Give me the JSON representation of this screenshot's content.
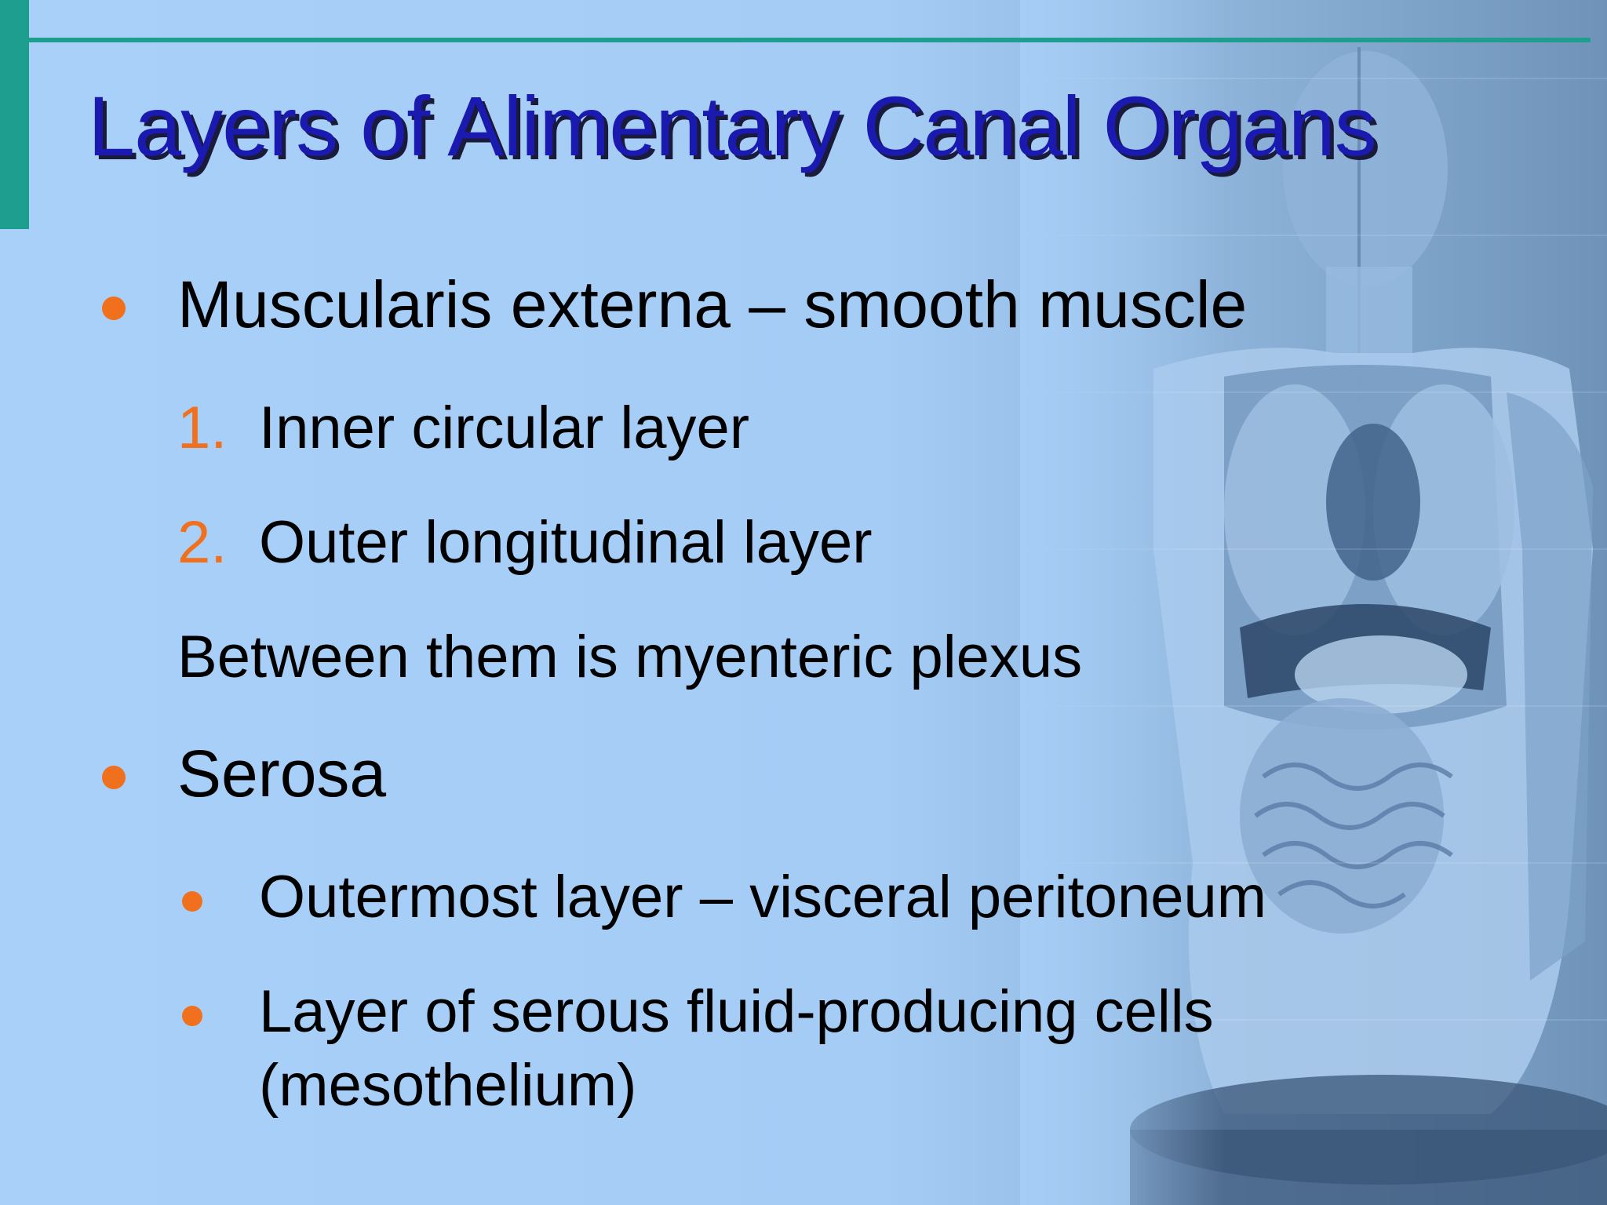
{
  "slide": {
    "title": "Layers of Alimentary Canal Organs",
    "colors": {
      "title": "#1a1ab0",
      "accent": "#1e9e8e",
      "bullet": "#f0701e",
      "text": "#000000"
    },
    "items": [
      {
        "level": 1,
        "marker": "bullet",
        "text": "Muscularis externa – smooth muscle"
      },
      {
        "level": 2,
        "marker": "1.",
        "text": "Inner circular layer"
      },
      {
        "level": 2,
        "marker": "2.",
        "text": "Outer longitudinal layer"
      },
      {
        "level": 1,
        "marker": "",
        "text": "Between them is myenteric plexus"
      },
      {
        "level": 1,
        "marker": "bullet",
        "text": "Serosa"
      },
      {
        "level": 2,
        "marker": "bullet",
        "text": "Outermost layer – visceral peritoneum"
      },
      {
        "level": 2,
        "marker": "bullet",
        "text": "Layer of serous fluid-producing cells"
      },
      {
        "level": 2,
        "marker": "",
        "text": "(mesothelium)"
      }
    ],
    "background_image": "anatomical-torso-model"
  }
}
